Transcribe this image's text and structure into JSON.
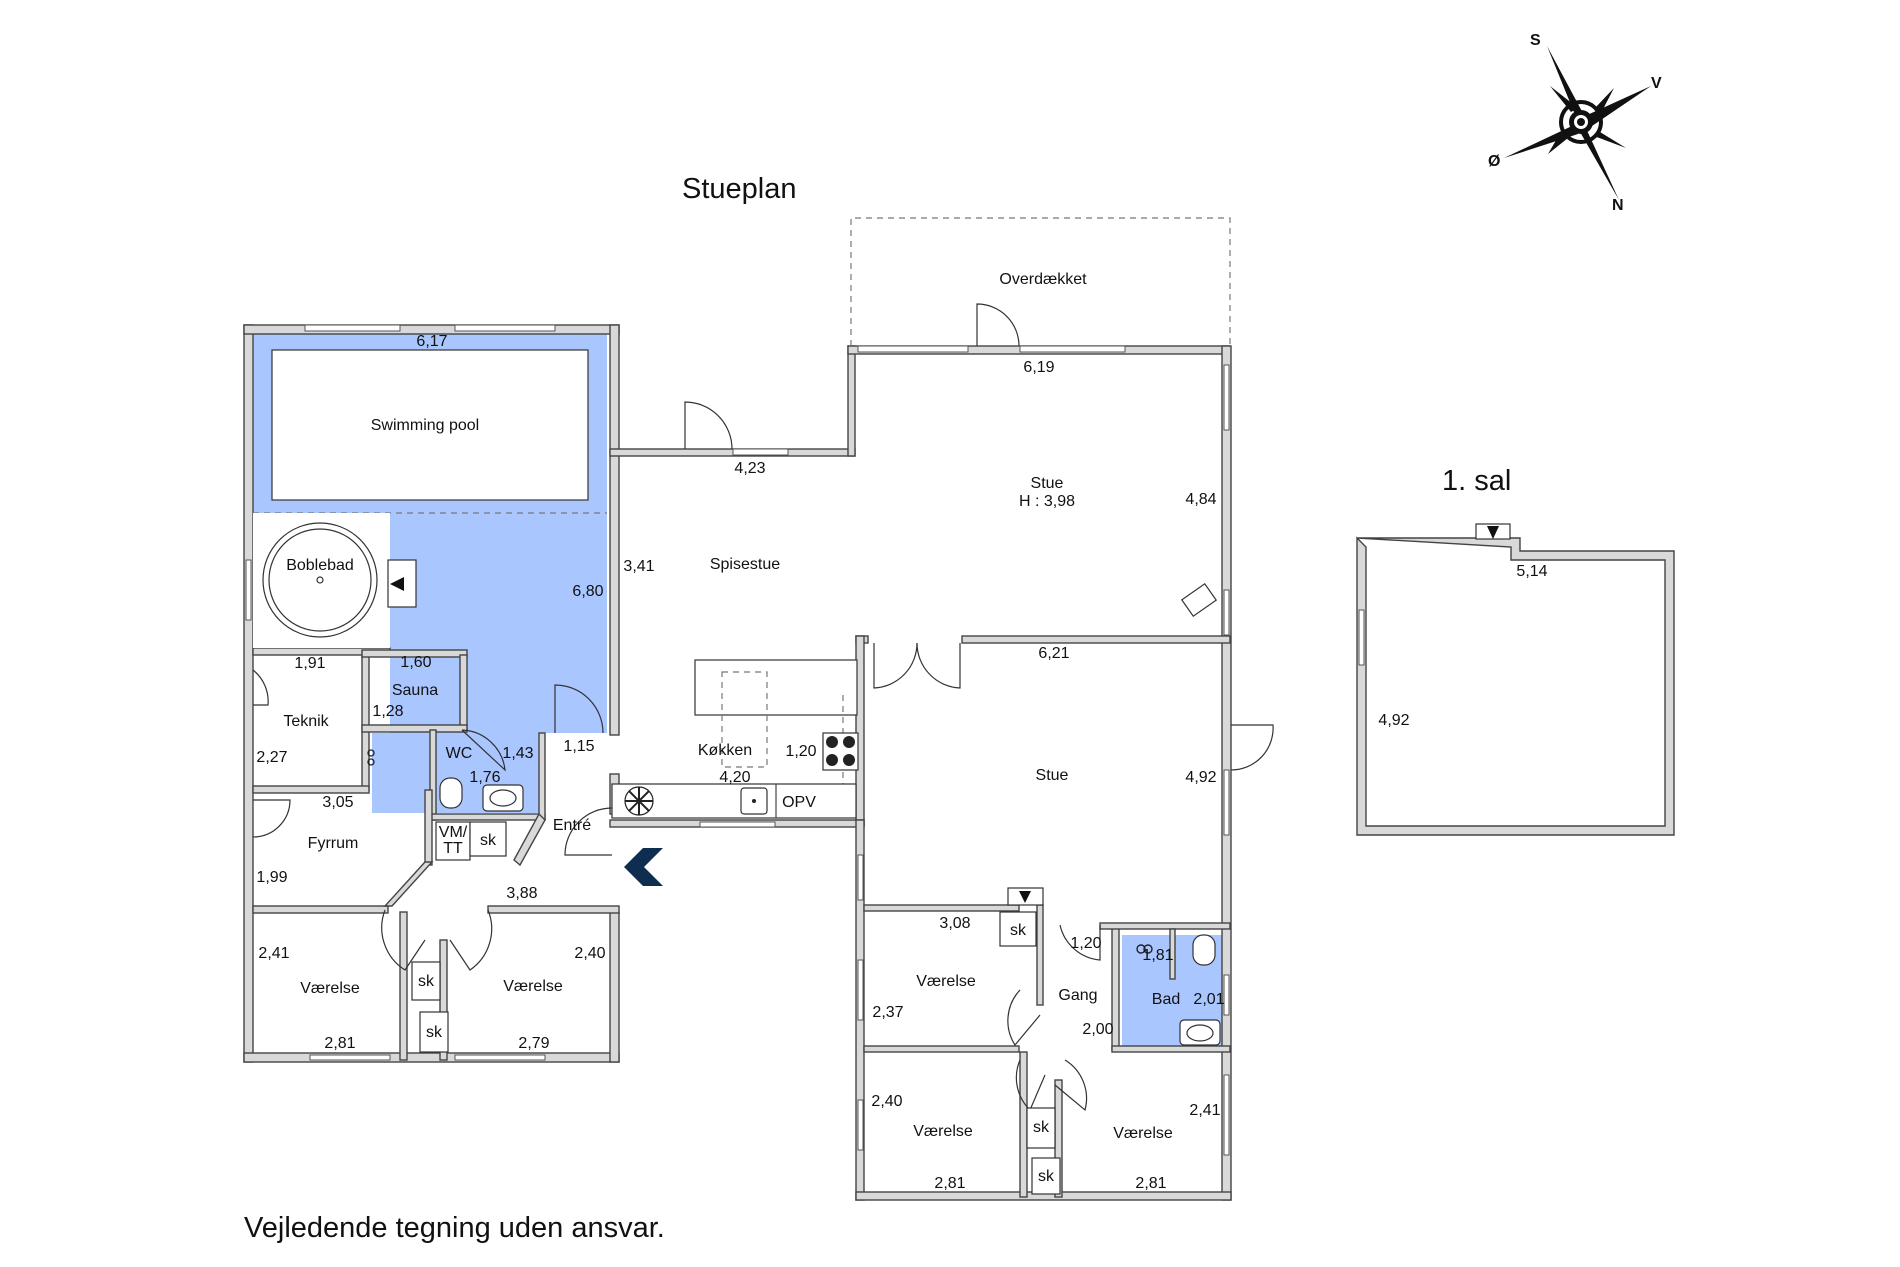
{
  "headings": {
    "ground_floor": "Stueplan",
    "first_floor": "1. sal",
    "disclaimer": "Vejledende tegning uden ansvar."
  },
  "compass": {
    "south": "S",
    "west": "V",
    "east": "Ø",
    "north": "N"
  },
  "rooms": {
    "covered_terrace": "Overdækket",
    "swimming_pool": "Swimming pool",
    "hot_tub": "Boblebad",
    "dining": "Spisestue",
    "living_1": "Stue",
    "living_1_height": "H : 3,98",
    "living_2": "Stue",
    "technical": "Teknik",
    "sauna": "Sauna",
    "wc": "WC",
    "kitchen": "Køkken",
    "boiler_room": "Fyrrum",
    "entrance": "Entré",
    "bedroom": "Værelse",
    "hall": "Gang",
    "bathroom": "Bad"
  },
  "fixtures": {
    "closet": "sk",
    "washer_dryer_line1": "VM/",
    "washer_dryer_line2": "TT",
    "dishwasher": "OPV"
  },
  "dimensions": {
    "pool_hall_width": "6,17",
    "pool_hall_depth": "6,80",
    "covered_width": "6,19",
    "living1_width_bottom": "6,21",
    "living1_depth": "4,84",
    "dining_width": "4,23",
    "dining_depth": "3,41",
    "technical_width": "1,91",
    "technical_depth": "2,27",
    "sauna_width": "1,60",
    "sauna_depth": "1,28",
    "wc_width": "1,76",
    "wc_depth": "1,43",
    "passage_width": "1,15",
    "kitchen_width": "4,20",
    "kitchen_depth": "1,20",
    "boiler_width": "3,05",
    "boiler_depth": "1,99",
    "entrance_width": "3,88",
    "bed_sw_depth": "2,41",
    "bed_sw_width": "2,81",
    "bed_sm_depth": "2,40",
    "bed_sm_width": "2,79",
    "living2_depth": "4,92",
    "bed_ne_width": "3,08",
    "bed_ne_depth": "2,37",
    "hall_width": "1,20",
    "hall_length": "2,00",
    "bath_width": "1,81",
    "bath_depth": "2,01",
    "bed_se_depth": "2,40",
    "bed_se_width": "2,81",
    "bed_e_depth": "2,41",
    "bed_e_width": "2,81",
    "upper_width": "5,14",
    "upper_depth": "4,92"
  },
  "colors": {
    "wet_room": "#aac6ff",
    "wall": "#d9d9d9",
    "entry_marker": "#0f2d4f"
  }
}
